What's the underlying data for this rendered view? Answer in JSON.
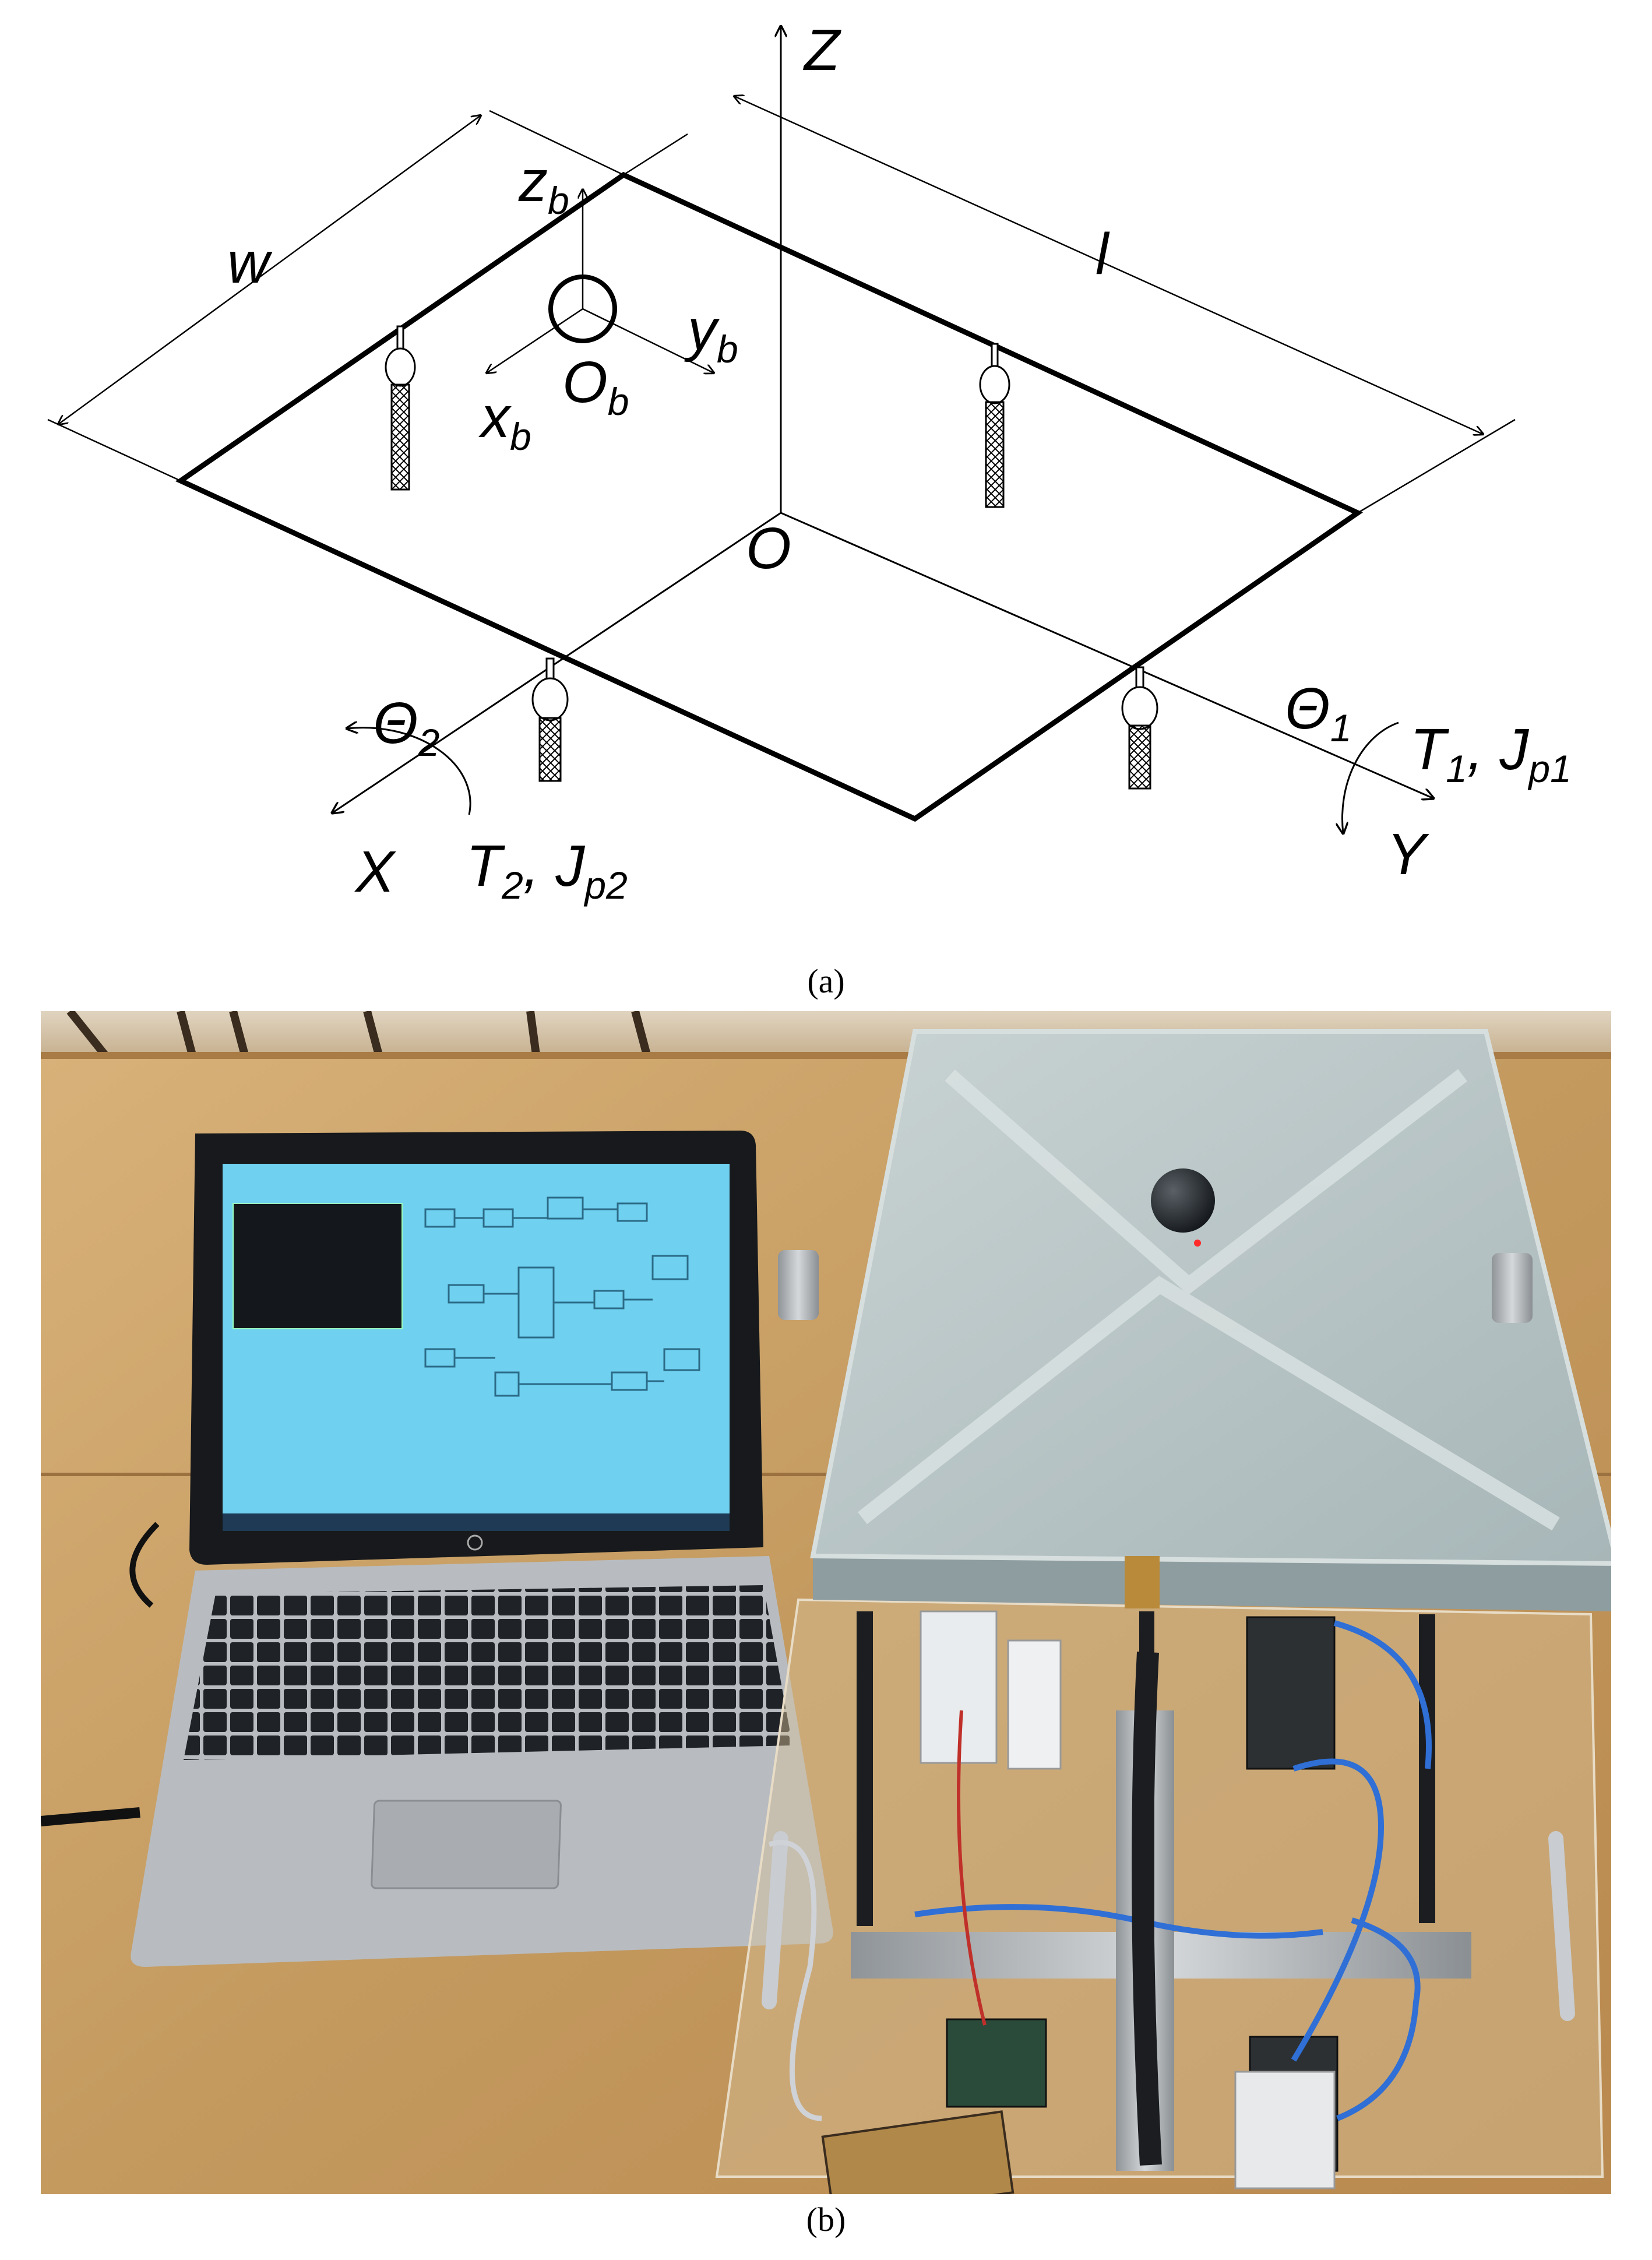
{
  "panel_a": {
    "caption": "(a)",
    "labels": {
      "z_axis": "Z",
      "x_axis": "X",
      "y_axis": "Y",
      "origin": "O",
      "width": "w",
      "length": "l",
      "zb": "z",
      "zb_sub": "b",
      "yb": "y",
      "yb_sub": "b",
      "xb": "x",
      "xb_sub": "b",
      "ob": "O",
      "ob_sub": "b",
      "theta1": "Θ",
      "theta1_sub": "1",
      "theta2": "Θ",
      "theta2_sub": "2",
      "t1": "T",
      "t1_sub": "1",
      "jp1": ", J",
      "jp1_sub": "p1",
      "t2": "T",
      "t2_sub": "2",
      "jp2": ", J",
      "jp2_sub": "p2"
    }
  },
  "panel_b": {
    "caption": "(b)"
  },
  "colors": {
    "line": "#000000",
    "table_wood": "#c9a066",
    "laptop_screen": "#6fd0f0",
    "plate": "#b8c6c8",
    "cable_blue": "#2f6fd6"
  }
}
